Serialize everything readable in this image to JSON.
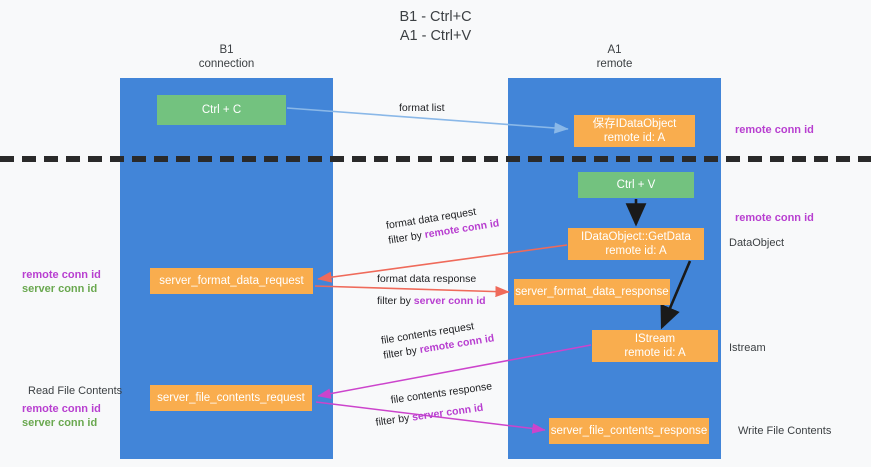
{
  "title": {
    "line1": "B1 - Ctrl+C",
    "line2": "A1 - Ctrl+V"
  },
  "columns": [
    {
      "id": "b1",
      "name": "B1",
      "sub": "connection"
    },
    {
      "id": "a1",
      "name": "A1",
      "sub": "remote"
    }
  ],
  "nodes": {
    "ctrl_c": {
      "line1": "Ctrl + C",
      "color": "#73c27f"
    },
    "save_idataobject": {
      "line1": "保存IDataObject",
      "line2": "remote id: A",
      "color": "#f9ad4e"
    },
    "ctrl_v": {
      "line1": "Ctrl + V",
      "color": "#73c27f"
    },
    "getdata": {
      "line1": "IDataObject::GetData",
      "line2": "remote id: A",
      "color": "#f9ad4e"
    },
    "server_format_data_request": {
      "line1": "server_format_data_request",
      "color": "#f9ad4e"
    },
    "server_format_data_response": {
      "line1": "server_format_data_response",
      "color": "#f9ad4e"
    },
    "istream": {
      "line1": "IStream",
      "line2": "remote id: A",
      "color": "#f9ad4e"
    },
    "server_file_contents_request": {
      "line1": "server_file_contents_request",
      "color": "#f9ad4e"
    },
    "server_file_contents_response": {
      "line1": "server_file_contents_response",
      "color": "#f9ad4e"
    }
  },
  "edges": {
    "format_list": {
      "line1": "format list"
    },
    "format_data_request": {
      "line1": "format data request",
      "prefix": "filter by ",
      "key": "remote conn id"
    },
    "format_data_response": {
      "line1": "format data response",
      "prefix": "filter by ",
      "key": "server conn id"
    },
    "file_contents_request": {
      "line1": "file contents request",
      "prefix": "filter by ",
      "key": "remote conn id"
    },
    "file_contents_response": {
      "line1": "file contents response",
      "prefix": "filter by ",
      "key": "server conn id"
    }
  },
  "annotations": {
    "right_remote_conn_id_top": "remote conn id",
    "right_remote_conn_id_mid": "remote conn id",
    "right_dataobject": "DataObject",
    "right_istream": "Istream",
    "right_write_file_contents": "Write File Contents",
    "left_remote_conn_id": "remote conn id",
    "left_server_conn_id": "server conn id",
    "left_read_file_contents": "Read File Contents",
    "left_remote_conn_id_2": "remote conn id",
    "left_server_conn_id_2": "server conn id"
  },
  "colors": {
    "lane": "#4285d8",
    "green_node": "#73c27f",
    "orange_node": "#f9ad4e",
    "arrow_light_blue": "#8ab8e8",
    "arrow_red": "#ef6a5a",
    "arrow_magenta": "#cc44cc",
    "arrow_black": "#1a1a1a",
    "key_remote": "#b83fd0",
    "key_server": "#6aa84f",
    "background": "#f8f9fa",
    "divider": "#2a2a2a"
  }
}
